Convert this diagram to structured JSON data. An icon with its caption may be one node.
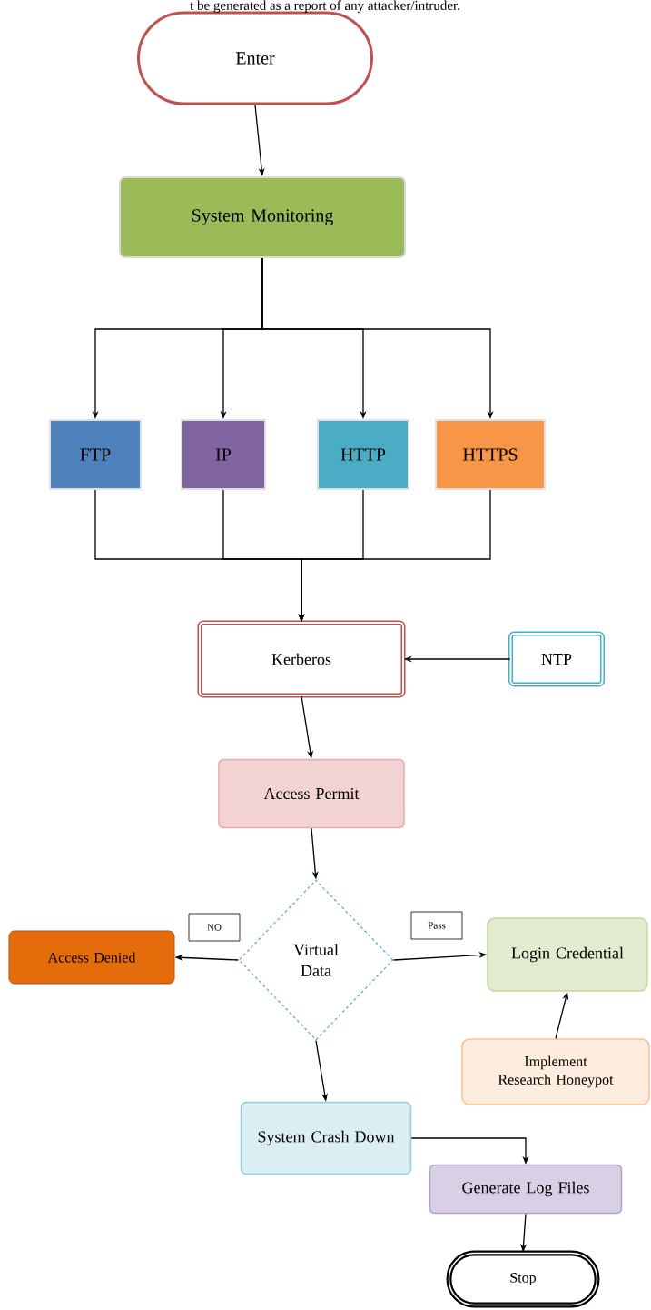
{
  "diagram": {
    "nodes": [
      {
        "text": [
          "Enter"
        ]
      },
      {
        "text": [
          "System Monitoring"
        ]
      },
      {
        "text": [
          "FTP"
        ]
      },
      {
        "text": [
          "IP"
        ]
      },
      {
        "text": [
          "HTTP"
        ]
      },
      {
        "text": [
          "HTTPS"
        ]
      },
      {
        "text": [
          "Kerberos"
        ]
      },
      {
        "text": [
          "NTP"
        ]
      },
      {
        "text": [
          "Access Permit"
        ]
      },
      {
        "text": [
          "Virtual Data"
        ]
      },
      {
        "text": [
          "Access Denied"
        ]
      },
      {
        "text": [
          "Login Credential"
        ]
      },
      {
        "text": [
          "Implement Research Honeypot"
        ]
      },
      {
        "text": [
          "System Crash Down"
        ]
      },
      {
        "text": [
          "Generate Log Files"
        ]
      },
      {
        "text": [
          "Stop"
        ]
      }
    ],
    "edges": [
      {
        "from": 0,
        "to": 1,
        "arrow": "to"
      },
      {
        "from": 1,
        "to": 2,
        "arrow": "to"
      },
      {
        "from": 1,
        "to": 3,
        "arrow": "to"
      },
      {
        "from": 1,
        "to": 4,
        "arrow": "to"
      },
      {
        "from": 1,
        "to": 5,
        "arrow": "to"
      },
      {
        "from": 2,
        "to": 6,
        "arrow": "to"
      },
      {
        "from": 3,
        "to": 6,
        "arrow": "to"
      },
      {
        "from": 4,
        "to": 6,
        "arrow": "to"
      },
      {
        "from": 5,
        "to": 6,
        "arrow": "to"
      },
      {
        "from": 7,
        "to": 6,
        "arrow": "to"
      },
      {
        "from": 6,
        "to": 8,
        "arrow": "to"
      },
      {
        "from": 8,
        "to": 9,
        "arrow": "to"
      },
      {
        "from": 9,
        "to": 10,
        "arrow": "to",
        "label": "NO"
      },
      {
        "from": 9,
        "to": 11,
        "arrow": "to",
        "label": "Pass"
      },
      {
        "from": 12,
        "to": 11,
        "arrow": "to"
      },
      {
        "from": 9,
        "to": 13,
        "arrow": "to"
      },
      {
        "from": 13,
        "to": 14,
        "arrow": "to"
      },
      {
        "from": 14,
        "to": 15,
        "arrow": "to"
      }
    ],
    "labels": [
      "t be generated as a report of any attacker/intruder."
    ]
  }
}
